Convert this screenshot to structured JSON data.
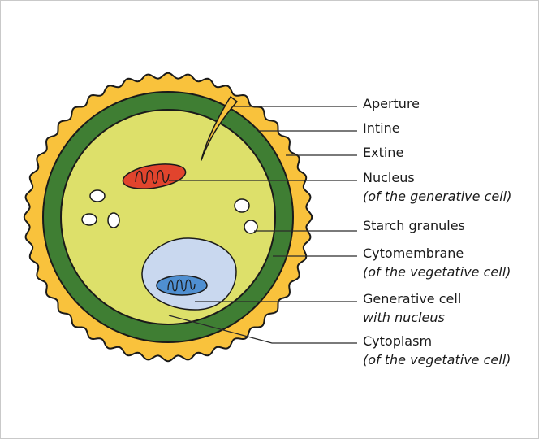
{
  "labels": {
    "aperture": "Aperture",
    "intine": "Intine",
    "extine": "Extine",
    "nucleus": "Nucleus",
    "nucleus_sub": "(of the generative cell)",
    "starch": "Starch granules",
    "cytomembrane": "Cytomembrane",
    "cytomembrane_sub": "(of the vegetative cell)",
    "generative": "Generative cell",
    "generative_sub": "with nucleus",
    "cytoplasm": "Cytoplasm",
    "cytoplasm_sub": "(of the vegetative cell)"
  },
  "colors": {
    "extine": "#f9c23c",
    "intine": "#3f7e33",
    "cytoplasm": "#dde06a",
    "generative_cell": "#c9d8ef",
    "generative_nucleus": "#4f8fd1",
    "nucleus": "#e1442d",
    "outline": "#1a1a1a"
  }
}
